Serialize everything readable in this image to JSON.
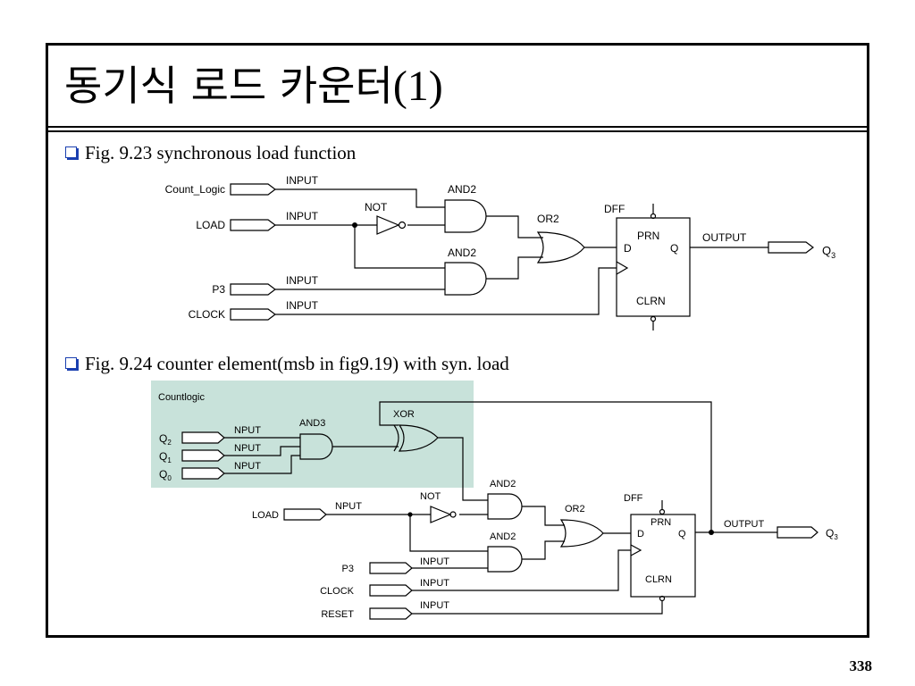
{
  "slide": {
    "title_korean": "동기식 로드 카운터",
    "title_suffix": "(1)",
    "page_number": "338"
  },
  "bullets": [
    {
      "text": "Fig. 9.23 synchronous load function"
    },
    {
      "text": "Fig. 9.24 counter element(msb in fig9.19) with syn. load"
    }
  ],
  "fig923": {
    "inputs": [
      "Count_Logic",
      "LOAD",
      "P3",
      "CLOCK"
    ],
    "input_pin_label": "INPUT",
    "not_label": "NOT",
    "and_label": "AND2",
    "or_label": "OR2",
    "dff_label": "DFF",
    "prn": "PRN",
    "d": "D",
    "q": "Q",
    "clrn": "CLRN",
    "output_label": "OUTPUT",
    "output_name": "Q",
    "output_sub": "3"
  },
  "fig924": {
    "region_label": "Countlogic",
    "q_inputs": [
      {
        "name": "Q",
        "sub": "2"
      },
      {
        "name": "Q",
        "sub": "1"
      },
      {
        "name": "Q",
        "sub": "0"
      }
    ],
    "inputs": [
      "LOAD",
      "P3",
      "CLOCK",
      "RESET"
    ],
    "input_pin_label": "INPUT",
    "input_pin_label_short": "NPUT",
    "and3_label": "AND3",
    "xor_label": "XOR",
    "not_label": "NOT",
    "and_label": "AND2",
    "or_label": "OR2",
    "dff_label": "DFF",
    "prn": "PRN",
    "d": "D",
    "q": "Q",
    "clrn": "CLRN",
    "output_label": "OUTPUT",
    "output_name": "Q",
    "output_sub": "3",
    "region_color": "#c8e2da"
  }
}
